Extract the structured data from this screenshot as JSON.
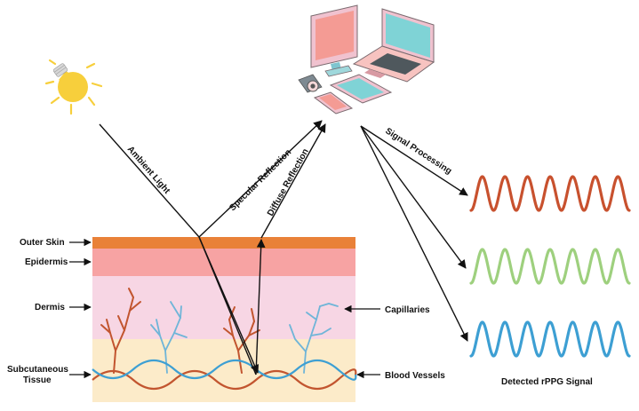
{
  "light_source": {
    "icon": "light-bulb-icon",
    "color": "#f7cf3c"
  },
  "devices": {
    "icons": [
      "desktop-monitor-icon",
      "laptop-icon",
      "tablet-icon",
      "smartphone-icon",
      "camera-icon"
    ]
  },
  "rays": {
    "ambient": "Ambient Light",
    "specular": "Specular Reflection",
    "diffuse": "Diffuse Reflection",
    "processing": "Signal Processing"
  },
  "layers": {
    "outer_skin": "Outer Skin",
    "epidermis": "Epidermis",
    "dermis": "Dermis",
    "subcutaneous_line1": "Subcutaneous",
    "subcutaneous_line2": "Tissue"
  },
  "right_labels": {
    "capillaries": "Capillaries",
    "blood_vessels": "Blood Vessels"
  },
  "signals": {
    "caption": "Detected rPPG Signal",
    "colors": [
      "#c8512e",
      "#9ed07e",
      "#3d9fd3"
    ]
  },
  "colors": {
    "outer_skin": "#e98138",
    "epidermis": "#f7a3a3",
    "dermis": "#f7d6e4",
    "subcutaneous": "#fcebc9",
    "capillary_red": "#c2552f",
    "capillary_blue": "#6fb5d8"
  }
}
